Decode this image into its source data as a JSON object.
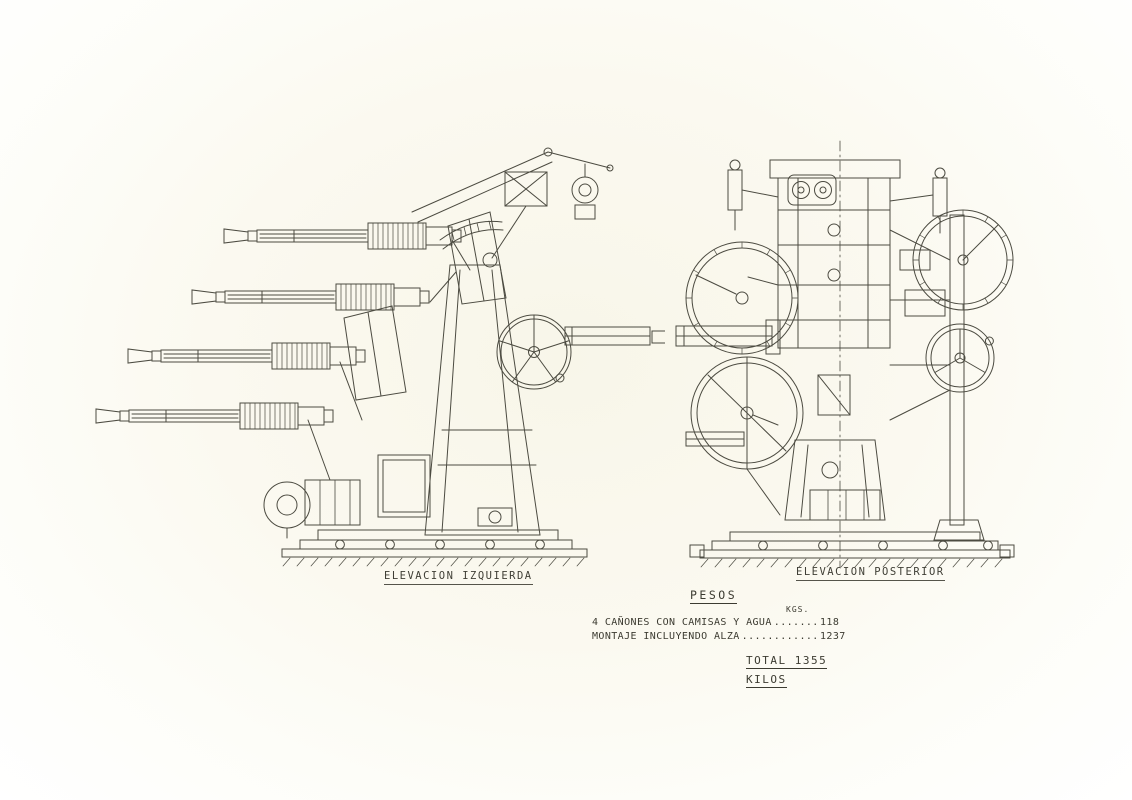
{
  "page": {
    "paper_color": "#fbf9f0",
    "ink_color": "#4c4b41",
    "subject": "quadruple-gun-mount-technical-drawing"
  },
  "views": {
    "left": {
      "caption": "ELEVACION IZQUIERDA"
    },
    "rear": {
      "caption": "ELEVACION POSTERIOR"
    }
  },
  "weights": {
    "title": "PESOS",
    "unit_header": "KGS.",
    "rows": [
      {
        "label": "4 CAÑONES CON CAMISAS Y AGUA",
        "dots": "...........................",
        "value": "118"
      },
      {
        "label": "MONTAJE INCLUYENDO ALZA",
        "dots": "...............................",
        "value": "1237"
      }
    ],
    "total": "TOTAL 1355 KILOS"
  }
}
